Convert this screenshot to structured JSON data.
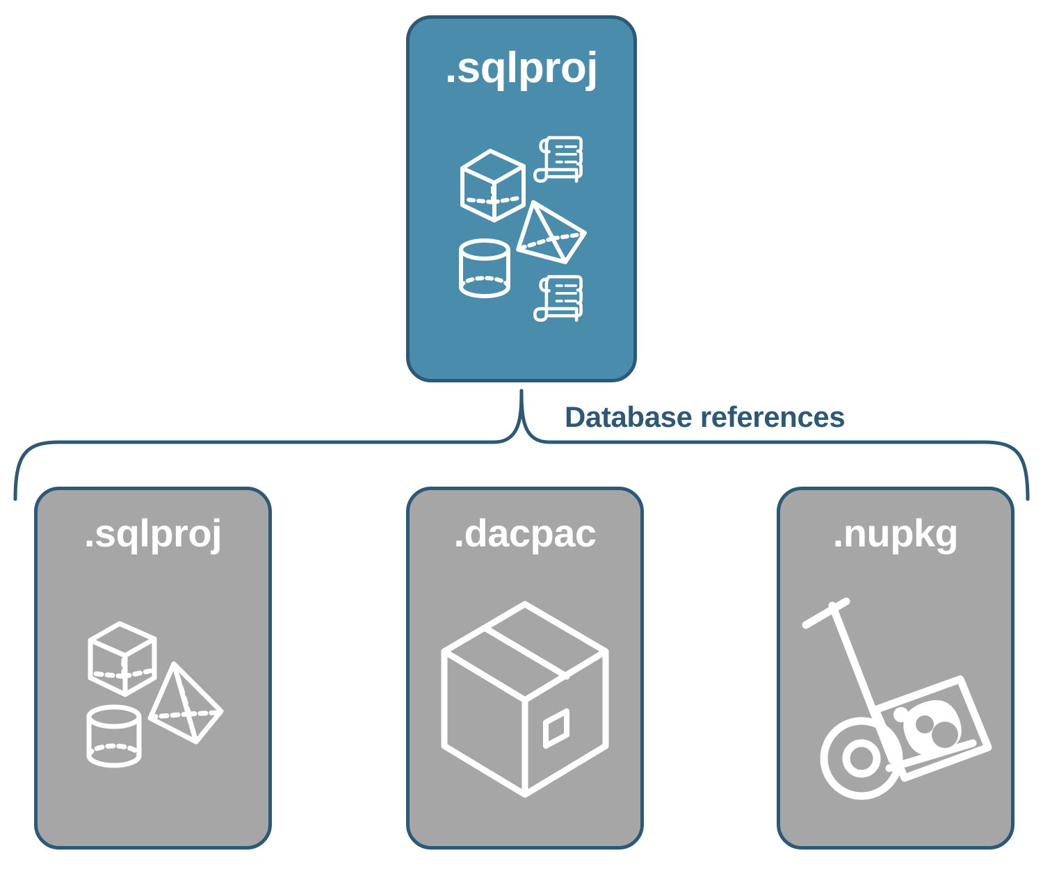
{
  "diagram": {
    "title": "Database references",
    "colors": {
      "primary_fill": "#4a8cab",
      "secondary_fill": "#a6a6a6",
      "stroke": "#2c5977",
      "label_text": "#2d5876",
      "icon": "#ffffff",
      "background": "#ffffff"
    },
    "root": {
      "label": ".sqlproj",
      "icons": [
        "cube-icon",
        "script-scroll-icon",
        "pyramid-icon",
        "cylinder-icon",
        "script-scroll-icon"
      ]
    },
    "edge": {
      "label": "Database references",
      "style": "curly-brace"
    },
    "children": [
      {
        "label": ".sqlproj",
        "icons": [
          "cube-icon",
          "pyramid-icon",
          "cylinder-icon"
        ]
      },
      {
        "label": ".dacpac",
        "icons": [
          "package-box-icon"
        ]
      },
      {
        "label": ".nupkg",
        "icons": [
          "hand-truck-nuget-package-icon"
        ]
      }
    ]
  }
}
